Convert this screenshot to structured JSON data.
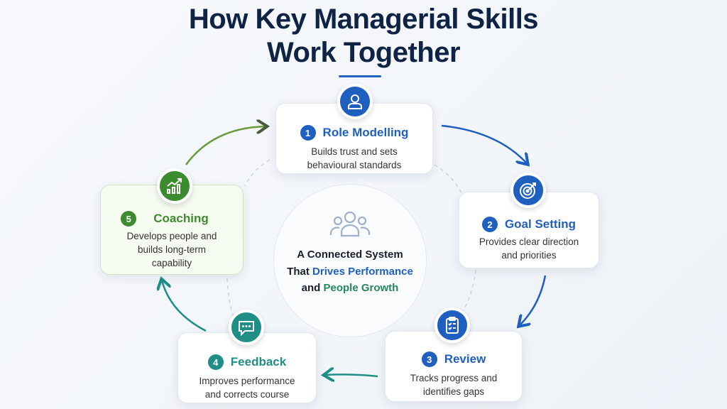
{
  "title": {
    "line1": "How Key Managerial Skills",
    "line2": "Work Together"
  },
  "center": {
    "line1": "A Connected System",
    "line2_a": "That ",
    "line2_b": "Drives Performance",
    "line3_a": "and ",
    "line3_b": "People Growth",
    "icon": "people-group-icon"
  },
  "steps": [
    {
      "num": "1",
      "title": "Role Modelling",
      "desc1": "Builds trust and sets",
      "desc2": "behavioural standards",
      "icon": "person-icon",
      "color": "#1f5fbf"
    },
    {
      "num": "2",
      "title": "Goal Setting",
      "desc1": "Provides clear direction",
      "desc2": "and priorities",
      "icon": "target-icon",
      "color": "#1f5fbf"
    },
    {
      "num": "3",
      "title": "Review",
      "desc1": "Tracks progress and",
      "desc2": "identifies gaps",
      "icon": "clipboard-icon",
      "color": "#1f5fbf"
    },
    {
      "num": "4",
      "title": "Feedback",
      "desc1": "Improves performance",
      "desc2": "and corrects course",
      "icon": "chat-icon",
      "color": "#1f8f86"
    },
    {
      "num": "5",
      "title": "Coaching",
      "desc1": "Develops people and",
      "desc2": "builds long-term",
      "desc3": "capability",
      "icon": "growth-chart-icon",
      "color": "#3d8b2f"
    }
  ]
}
